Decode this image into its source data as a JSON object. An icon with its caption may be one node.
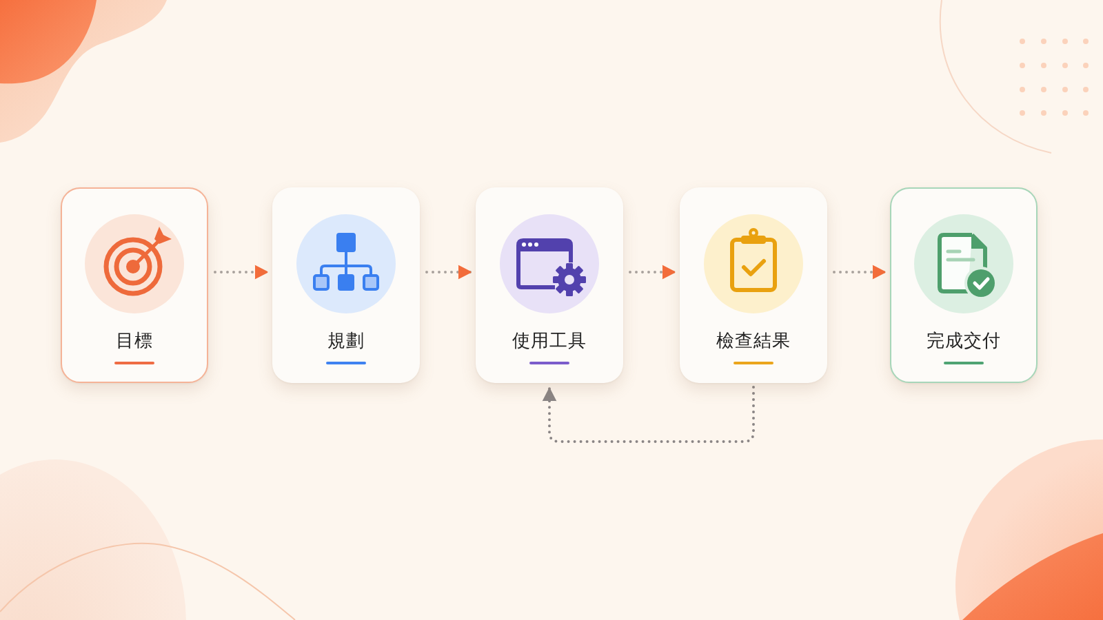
{
  "diagram": {
    "nodes": [
      {
        "text": [
          "目標"
        ]
      },
      {
        "text": [
          "規劃"
        ]
      },
      {
        "text": [
          "使用工具"
        ]
      },
      {
        "text": [
          "檢查結果"
        ]
      },
      {
        "text": [
          "完成交付"
        ]
      }
    ],
    "edges": [
      {
        "from": 0,
        "to": 1,
        "arrow": "to",
        "style": "dashed"
      },
      {
        "from": 1,
        "to": 2,
        "arrow": "to",
        "style": "dashed"
      },
      {
        "from": 2,
        "to": 3,
        "arrow": "to",
        "style": "dashed"
      },
      {
        "from": 3,
        "to": 4,
        "arrow": "to",
        "style": "dashed"
      },
      {
        "from": 3,
        "to": 2,
        "arrow": "to",
        "style": "dashed",
        "color": "#8a8585"
      }
    ]
  }
}
